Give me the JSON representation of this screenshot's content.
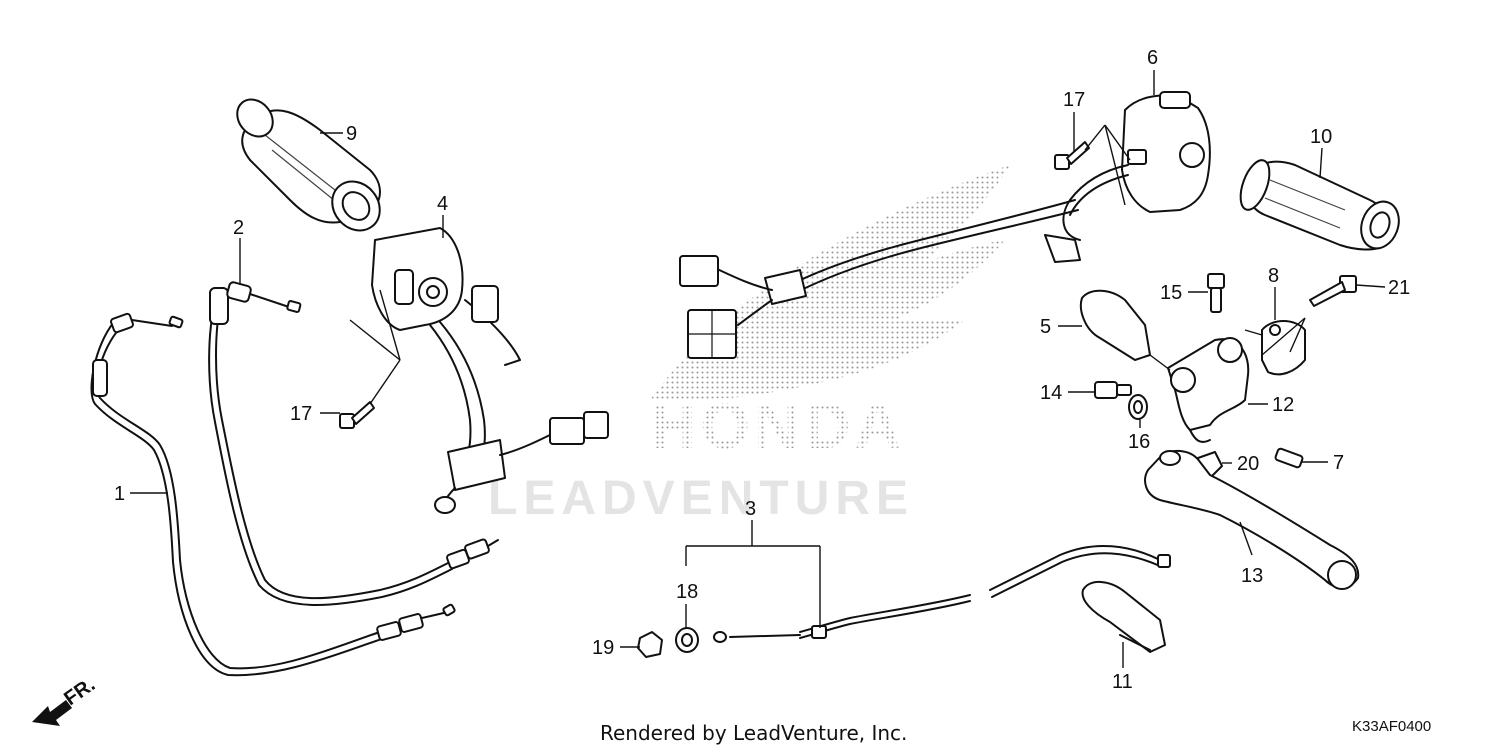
{
  "callouts": {
    "c1": "1",
    "c2": "2",
    "c3": "3",
    "c4": "4",
    "c5": "5",
    "c6": "6",
    "c7": "7",
    "c8": "8",
    "c9": "9",
    "c10": "10",
    "c11": "11",
    "c12": "12",
    "c13": "13",
    "c14": "14",
    "c15": "15",
    "c16": "16",
    "c17a": "17",
    "c17b": "17",
    "c18": "18",
    "c19": "19",
    "c20": "20",
    "c21": "21"
  },
  "watermark": {
    "brand": "HONDA",
    "lead": "LEADVENTURE"
  },
  "direction": {
    "label": "FR."
  },
  "footer": {
    "rendered_by": "Rendered by LeadVenture, Inc.",
    "diagram_code": "K33AF0400"
  }
}
